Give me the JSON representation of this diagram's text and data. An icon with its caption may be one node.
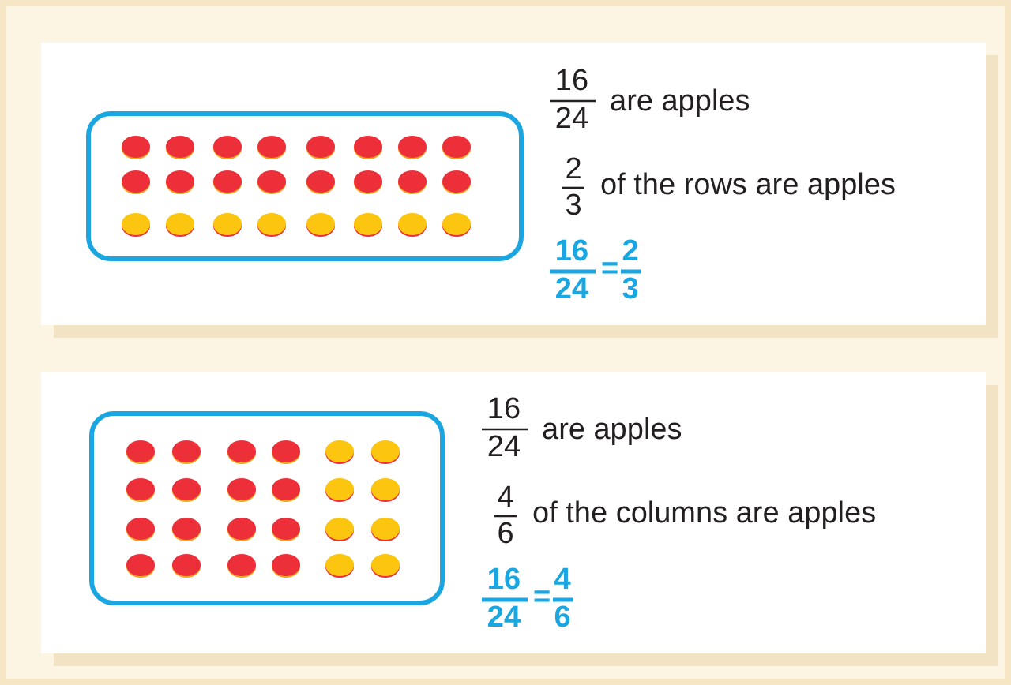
{
  "diagram": {
    "labels": [
      "16",
      "24",
      "are apples",
      "2",
      "3",
      "of the rows are apples",
      "16",
      "24",
      "=",
      "2",
      "3",
      "16",
      "24",
      "are apples",
      "4",
      "6",
      "of the columns are apples",
      "16",
      "24",
      "=",
      "4",
      "6"
    ]
  }
}
